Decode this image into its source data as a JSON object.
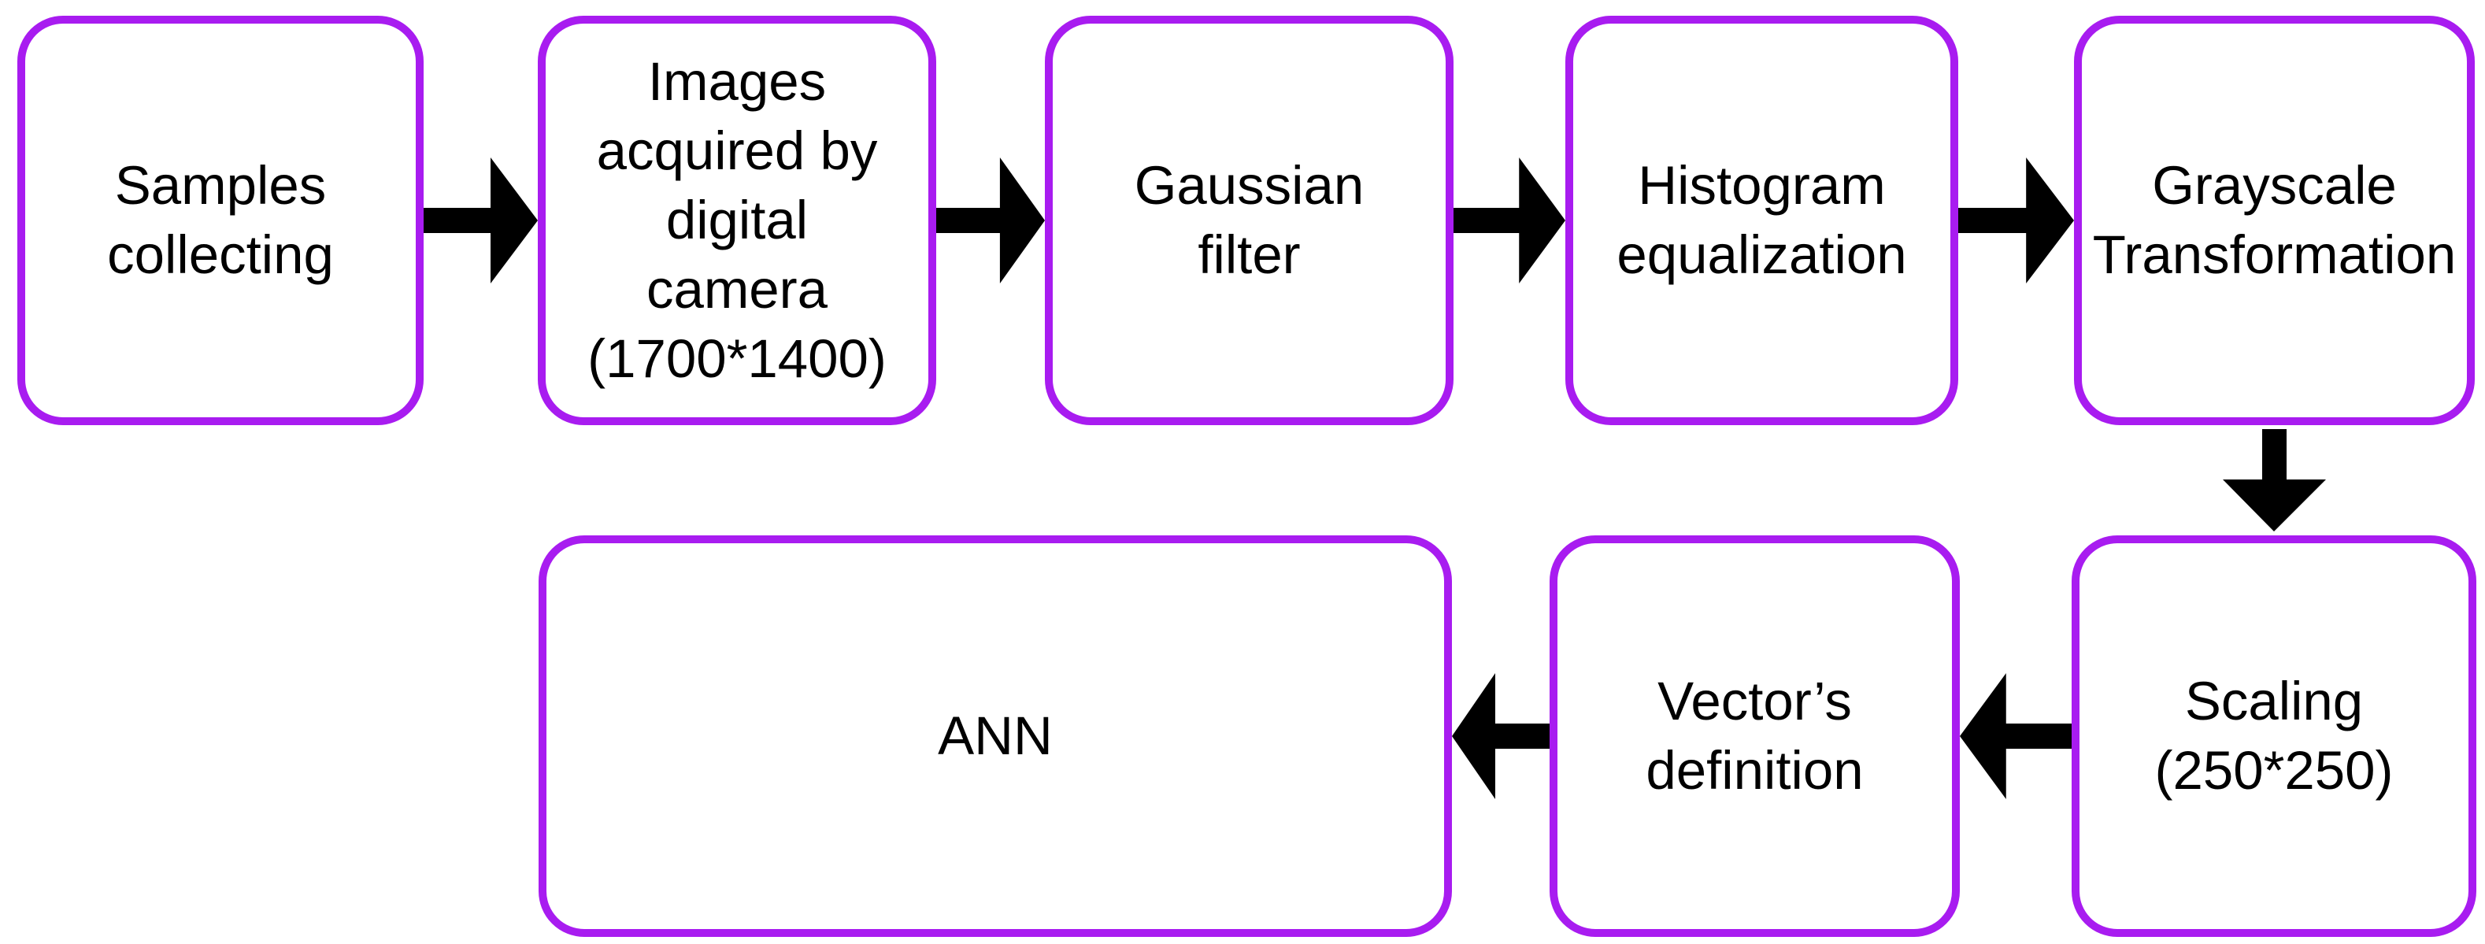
{
  "page": {
    "background_color": "#ffffff"
  },
  "diagram": {
    "type": "flowchart",
    "node_border_color": "#A81CF0",
    "node_fill_color": "#ffffff",
    "arrow_color": "#000000",
    "text_color": "#000000",
    "nodes": [
      {
        "id": "samples",
        "label": "Samples\ncollecting"
      },
      {
        "id": "images",
        "label": "Images\nacquired by\ndigital\ncamera\n(1700*1400)"
      },
      {
        "id": "gaussian",
        "label": "Gaussian\nfilter"
      },
      {
        "id": "histogram",
        "label": "Histogram\nequalization"
      },
      {
        "id": "grayscale",
        "label": "Grayscale\nTransformation"
      },
      {
        "id": "ann",
        "label": "ANN"
      },
      {
        "id": "vector",
        "label": "Vector’s\ndefinition"
      },
      {
        "id": "scaling",
        "label": "Scaling\n(250*250)"
      }
    ],
    "edges": [
      {
        "from": "samples",
        "to": "images",
        "direction": "right"
      },
      {
        "from": "images",
        "to": "gaussian",
        "direction": "right"
      },
      {
        "from": "gaussian",
        "to": "histogram",
        "direction": "right"
      },
      {
        "from": "histogram",
        "to": "grayscale",
        "direction": "right"
      },
      {
        "from": "grayscale",
        "to": "scaling",
        "direction": "down"
      },
      {
        "from": "scaling",
        "to": "vector",
        "direction": "left"
      },
      {
        "from": "vector",
        "to": "ann",
        "direction": "left"
      }
    ]
  }
}
